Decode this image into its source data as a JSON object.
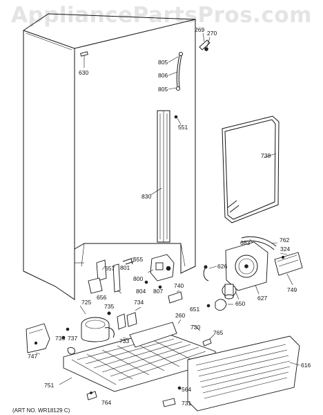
{
  "watermark": "AppliancePartsPros.com",
  "art_number": "(ART NO. WR18129 C)",
  "callouts": {
    "c269": "269",
    "c270": "270",
    "c630": "630",
    "c805a": "805",
    "c806": "806",
    "c805b": "805",
    "c551": "551",
    "c738": "738",
    "c830": "830",
    "c683": "683",
    "c762": "762",
    "c324": "324",
    "c655": "655",
    "c626": "626",
    "c657": "657",
    "c801": "801",
    "c800": "800",
    "c804": "804",
    "c807": "807",
    "c740": "740",
    "c749": "749",
    "c656": "656",
    "c627": "627",
    "c650": "650",
    "c725": "725",
    "c651": "651",
    "c735": "735",
    "c734": "734",
    "c260": "260",
    "c730": "730",
    "c765": "765",
    "c736": "736",
    "c737": "737",
    "c733": "733",
    "c747": "747",
    "c616": "616",
    "c751": "751",
    "c564": "564",
    "c731": "731",
    "c764": "764"
  }
}
